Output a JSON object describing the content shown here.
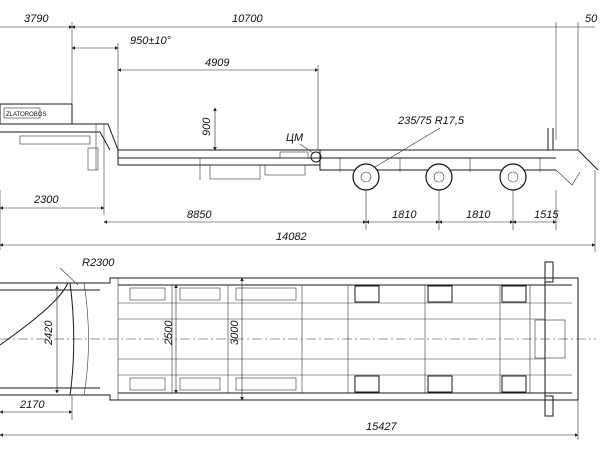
{
  "side_view": {
    "dims": {
      "d3790": "3790",
      "d10700": "10700",
      "d50": "50",
      "d950": "950±10°",
      "d4909": "4909",
      "d900": "900",
      "tire": "235/75 R17,5",
      "cm": "ЦМ",
      "d2300": "2300",
      "d8850": "8850",
      "d1810a": "1810",
      "d1810b": "1810",
      "d1515": "1515",
      "d14082": "14082",
      "brand": "ZLATOROBOS"
    }
  },
  "top_view": {
    "dims": {
      "r2300": "R2300",
      "d2420": "2420",
      "d2500": "2500",
      "d3000": "3000",
      "d2170": "2170",
      "d15427": "15427"
    }
  },
  "colors": {
    "line": "#1a1a1a",
    "background": "#ffffff"
  }
}
